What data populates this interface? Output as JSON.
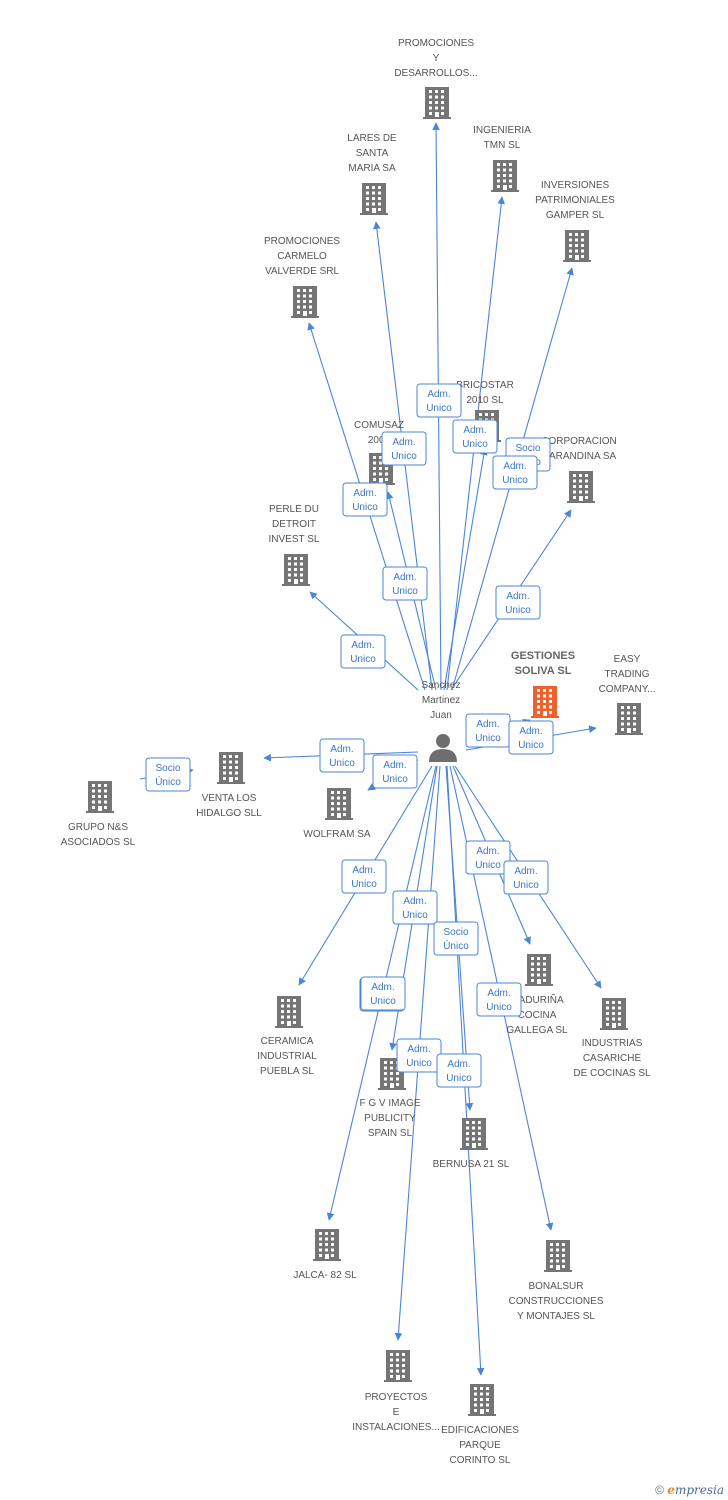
{
  "graph": {
    "center": {
      "label": [
        "Sanchez",
        "Martinez",
        "Juan"
      ]
    },
    "nodes": [
      {
        "id": "promociones_desarrollos",
        "label": [
          "PROMOCIONES",
          "Y",
          "DESARROLLOS..."
        ]
      },
      {
        "id": "lares_santa_maria",
        "label": [
          "LARES DE",
          "SANTA",
          "MARIA SA"
        ]
      },
      {
        "id": "ingenieria_tmn",
        "label": [
          "INGENIERIA",
          "TMN  SL"
        ]
      },
      {
        "id": "inversiones_gamper",
        "label": [
          "INVERSIONES",
          "PATRIMONIALES",
          "GAMPER SL"
        ]
      },
      {
        "id": "promociones_carmelo",
        "label": [
          "PROMOCIONES",
          "CARMELO",
          "VALVERDE SRL"
        ]
      },
      {
        "id": "bricostar",
        "label": [
          "BRICOSTAR",
          "2010 SL"
        ]
      },
      {
        "id": "comusaz",
        "label": [
          "COMUSAZ",
          "2009"
        ]
      },
      {
        "id": "corporacion_carandina",
        "label": [
          "CORPORACION",
          "CARANDINA SA"
        ]
      },
      {
        "id": "perle_du_detroit",
        "label": [
          "PERLE DU",
          "DETROIT",
          "INVEST SL"
        ]
      },
      {
        "id": "gestiones_soliva",
        "label": [
          "GESTIONES",
          "SOLIVA SL"
        ],
        "highlight": true
      },
      {
        "id": "easy_trading",
        "label": [
          "EASY",
          "TRADING",
          "COMPANY..."
        ]
      },
      {
        "id": "venta_los_hidalgo",
        "label": [
          "VENTA LOS",
          "HIDALGO SLL"
        ]
      },
      {
        "id": "grupo_ns",
        "label": [
          "GRUPO N&S",
          "ASOCIADOS SL"
        ]
      },
      {
        "id": "wolfram",
        "label": [
          "WOLFRAM SA"
        ]
      },
      {
        "id": "ceramica_puebla",
        "label": [
          "CERAMICA",
          "INDUSTRIAL",
          "PUEBLA SL"
        ]
      },
      {
        "id": "fgv_image",
        "label": [
          "F G V IMAGE",
          "PUBLICITY",
          "SPAIN SL"
        ]
      },
      {
        "id": "mobiliario_cocina",
        "label": [
          "MADURIÑA",
          "COCINA",
          "GALLEGA SL"
        ]
      },
      {
        "id": "industrias_casariche",
        "label": [
          "INDUSTRIAS",
          "CASARICHE",
          "DE COCINAS SL"
        ]
      },
      {
        "id": "bernusa",
        "label": [
          "BERNUSA 21 SL"
        ]
      },
      {
        "id": "jalca",
        "label": [
          "JALCA- 82 SL"
        ]
      },
      {
        "id": "bonalsur",
        "label": [
          "BONALSUR",
          "CONSTRUCCIONES",
          "Y MONTAJES SL"
        ]
      },
      {
        "id": "proyectos_instalaciones",
        "label": [
          "PROYECTOS",
          "E",
          "INSTALACIONES..."
        ]
      },
      {
        "id": "edificaciones_corinto",
        "label": [
          "EDIFICACIONES",
          "PARQUE",
          "CORINTO SL"
        ]
      }
    ],
    "edges": [
      {
        "from": "center",
        "to": "promociones_desarrollos",
        "label": [
          "Adm.",
          "Unico"
        ]
      },
      {
        "from": "center",
        "to": "lares_santa_maria",
        "label": [
          "Adm.",
          "Unico"
        ]
      },
      {
        "from": "center",
        "to": "ingenieria_tmn",
        "label": [
          "Adm.",
          "Unico"
        ]
      },
      {
        "from": "center",
        "to": "inversiones_gamper",
        "label": [
          "Socio",
          "Único"
        ]
      },
      {
        "from": "center",
        "to": "promociones_carmelo",
        "label": [
          "Adm.",
          "Unico"
        ]
      },
      {
        "from": "center",
        "to": "bricostar",
        "label": [
          "Adm.",
          "Unico"
        ]
      },
      {
        "from": "center",
        "to": "comusaz",
        "label": [
          "Adm.",
          "Unico"
        ]
      },
      {
        "from": "center",
        "to": "corporacion_carandina",
        "label": [
          "Adm.",
          "Unico"
        ]
      },
      {
        "from": "center",
        "to": "perle_du_detroit",
        "label": [
          "Adm.",
          "Unico"
        ]
      },
      {
        "from": "center",
        "to": "gestiones_soliva",
        "label": [
          "Adm.",
          "Unico"
        ]
      },
      {
        "from": "center",
        "to": "easy_trading",
        "label": [
          "Adm.",
          "Unico"
        ]
      },
      {
        "from": "center",
        "to": "venta_los_hidalgo",
        "label": [
          "Adm.",
          "Unico"
        ]
      },
      {
        "from": "grupo_ns",
        "to": "venta_los_hidalgo",
        "label": [
          "Socio",
          "Único"
        ]
      },
      {
        "from": "center",
        "to": "wolfram",
        "label": [
          "Adm.",
          "Unico"
        ]
      },
      {
        "from": "center",
        "to": "ceramica_puebla",
        "label": [
          "Adm.",
          "Unico"
        ]
      },
      {
        "from": "center",
        "to": "fgv_image",
        "label": [
          "Adm.",
          "Unico"
        ]
      },
      {
        "from": "center",
        "to": "mobiliario_cocina",
        "label": [
          "Adm.",
          "Unico"
        ]
      },
      {
        "from": "center",
        "to": "industrias_casariche",
        "label": [
          "Adm.",
          "Unico"
        ]
      },
      {
        "from": "center",
        "to": "bernusa",
        "label": [
          "Socio",
          "Único"
        ]
      },
      {
        "from": "center",
        "to": "jalca",
        "label": [
          "Adm.",
          "Unico"
        ]
      },
      {
        "from": "center",
        "to": "bonalsur",
        "label": [
          "Adm.",
          "Unico"
        ]
      },
      {
        "from": "center",
        "to": "proyectos_instalaciones",
        "label": [
          "Adm.",
          "Unico"
        ]
      },
      {
        "from": "center",
        "to": "edificaciones_corinto",
        "label": [
          "Adm.",
          "Unico"
        ]
      },
      {
        "from": "center",
        "to": "bernusa_aux",
        "label": [
          "Adm.",
          "Unico"
        ]
      }
    ],
    "colors": {
      "edge": "#4a86d8",
      "building": "#757575",
      "building_highlight": "#f0602c",
      "person": "#6e6e6e"
    }
  },
  "footer": {
    "copyright": "©",
    "brand_initial": "e",
    "brand_rest": "mpresia"
  }
}
